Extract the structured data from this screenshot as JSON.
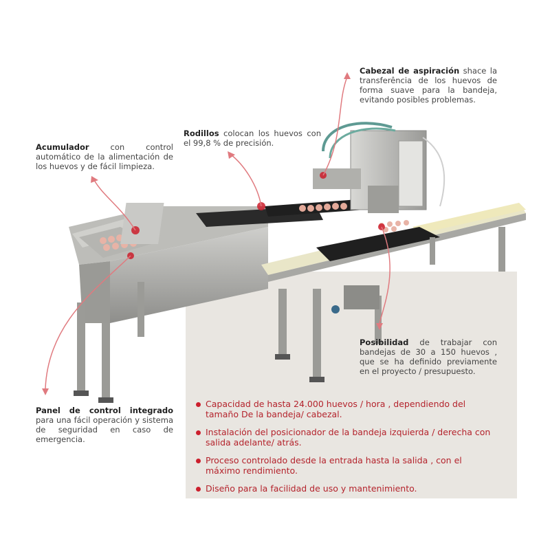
{
  "annotations": {
    "cabezal": {
      "title": "Cabezal de aspiración",
      "text": "shace la transferência de los huevos de forma suave para la bandeja, evitando posibles problemas."
    },
    "rodillos": {
      "title": "Rodillos",
      "text": "colocan los huevos con el 99,8 % de precisión."
    },
    "acumulador": {
      "title": "Acumulador",
      "text": "con control automático de la alimentación de los huevos y de fácil limpieza."
    },
    "posibilidad": {
      "title": "Posibilidad",
      "text": "de trabajar con bandejas de 30 a 150 huevos , que se ha definido previamente en el proyecto / presupuesto."
    },
    "panel": {
      "title": "Panel de control integrado",
      "text": "para una fácil operación y sistema de seguridad en caso de emergencia."
    }
  },
  "features": [
    "Capacidad de hasta 24.000 huevos / hora , dependiendo del tamaño De la bandeja/ cabezal.",
    "Instalación del posicionador de la bandeja izquierda / derecha con salida adelante/ atrás.",
    "Proceso controlado desde la entrada hasta la salida , con el máximo rendimiento.",
    "Diseño para la facilidad de uso y mantenimiento."
  ],
  "colors": {
    "accent": "#cc1f2d",
    "arrow": "#e07a7f",
    "panel_bg": "#e9e6e1",
    "steel": "#a9a9a6"
  }
}
